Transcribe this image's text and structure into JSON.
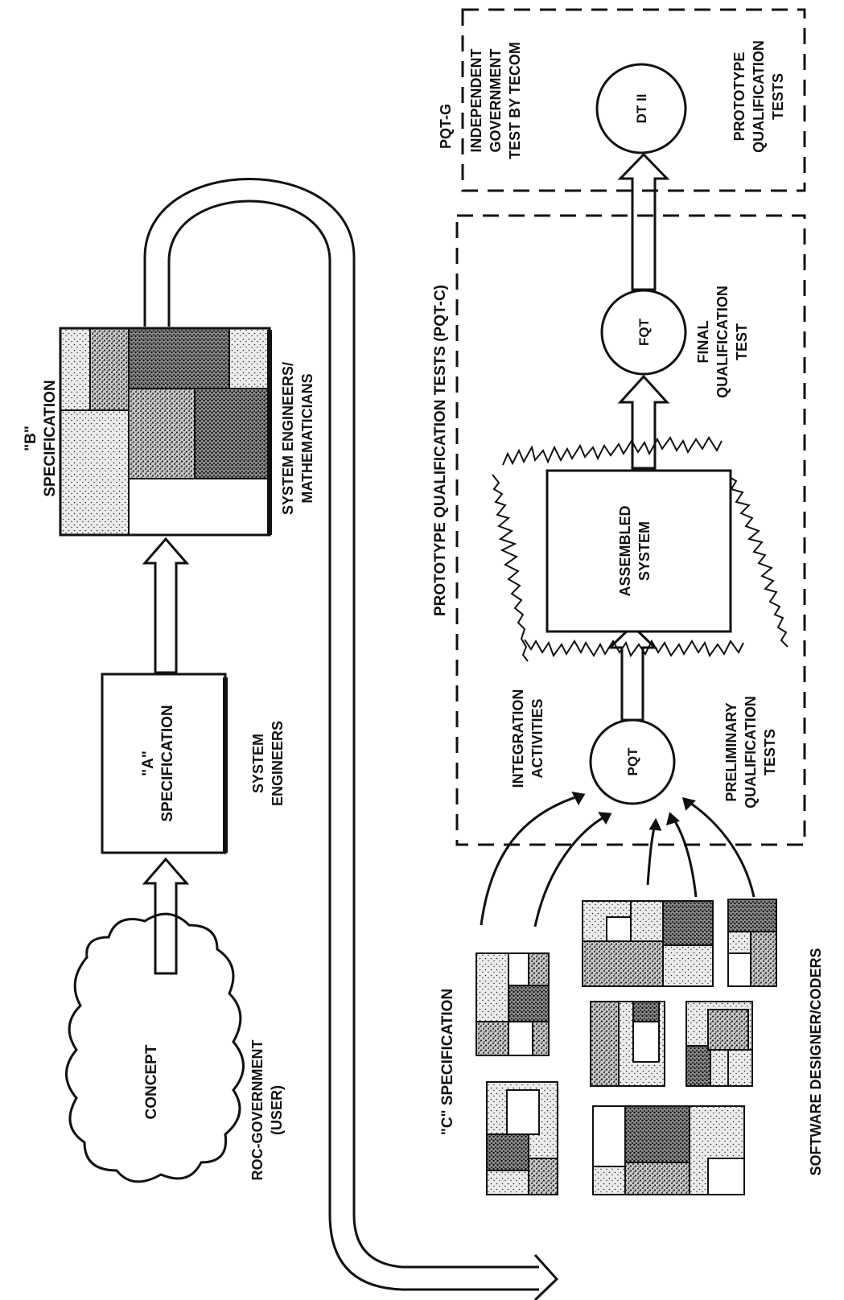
{
  "diagram": {
    "colors": {
      "ink": "#111111",
      "paper": "#ffffff",
      "tint_light": "#dcdcdc",
      "tint_mid": "#a9a9a9",
      "tint_dark": "#6f6f6f"
    },
    "concept": {
      "label": "CONCEPT",
      "owner_line1": "ROC-GOVERNMENT",
      "owner_line2": "(USER)"
    },
    "spec_a": {
      "label_line1": "\"A\"",
      "label_line2": "SPECIFICATION",
      "owner_line1": "SYSTEM",
      "owner_line2": "ENGINEERS"
    },
    "spec_b": {
      "label_line1": "\"B\"",
      "label_line2": "SPECIFICATION",
      "owner_line1": "SYSTEM ENGINEERS/",
      "owner_line2": "MATHEMATICIANS"
    },
    "spec_c": {
      "label": "\"C\" SPECIFICATION",
      "owner": "SOFTWARE DESIGNER/CODERS"
    },
    "pqt_c_region": {
      "title": "PROTOTYPE QUALIFICATION TESTS (PQT-C)"
    },
    "integration": {
      "line1": "INTEGRATION",
      "line2": "ACTIVITIES"
    },
    "pqt": {
      "label": "PQT",
      "desc_line1": "PRELIMINARY",
      "desc_line2": "QUALIFICATION",
      "desc_line3": "TESTS"
    },
    "assembled": {
      "line1": "ASSEMBLED",
      "line2": "SYSTEM"
    },
    "fqt": {
      "label": "FQT",
      "desc_line1": "FINAL",
      "desc_line2": "QUALIFICATION",
      "desc_line3": "TEST"
    },
    "pqt_g_region": {
      "title": "PQT-G",
      "line1": "INDEPENDENT",
      "line2": "GOVERNMENT",
      "line3": "TEST BY TECOM",
      "desc_line1": "PROTOTYPE",
      "desc_line2": "QUALIFICATION",
      "desc_line3": "TESTS"
    },
    "dt2": {
      "label": "DT II"
    }
  }
}
